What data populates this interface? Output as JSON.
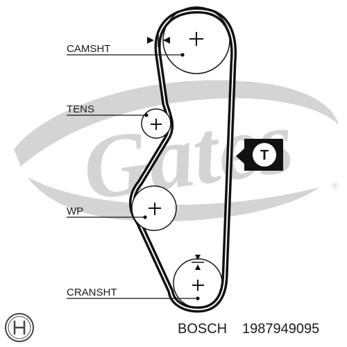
{
  "watermark": {
    "brand": "Gates",
    "registered_mark": "®"
  },
  "labels": {
    "camshaft": "CAMSHT",
    "tensioner": "TENS",
    "water_pump": "WP",
    "crankshaft": "CRANSHT"
  },
  "tensioner_symbol": "T",
  "footer": {
    "brand": "BOSCH",
    "part_number": "1987949095"
  },
  "colors": {
    "belt": "#111111",
    "watermark": "#d4d4d4",
    "text": "#1a1a1a"
  },
  "icons": {
    "pulley_center": "plus-icon",
    "tensioner_marker": "t-in-circle-icon",
    "timing_marks": "triangle-arrow-icon",
    "logo": "bosch-armature-icon"
  }
}
